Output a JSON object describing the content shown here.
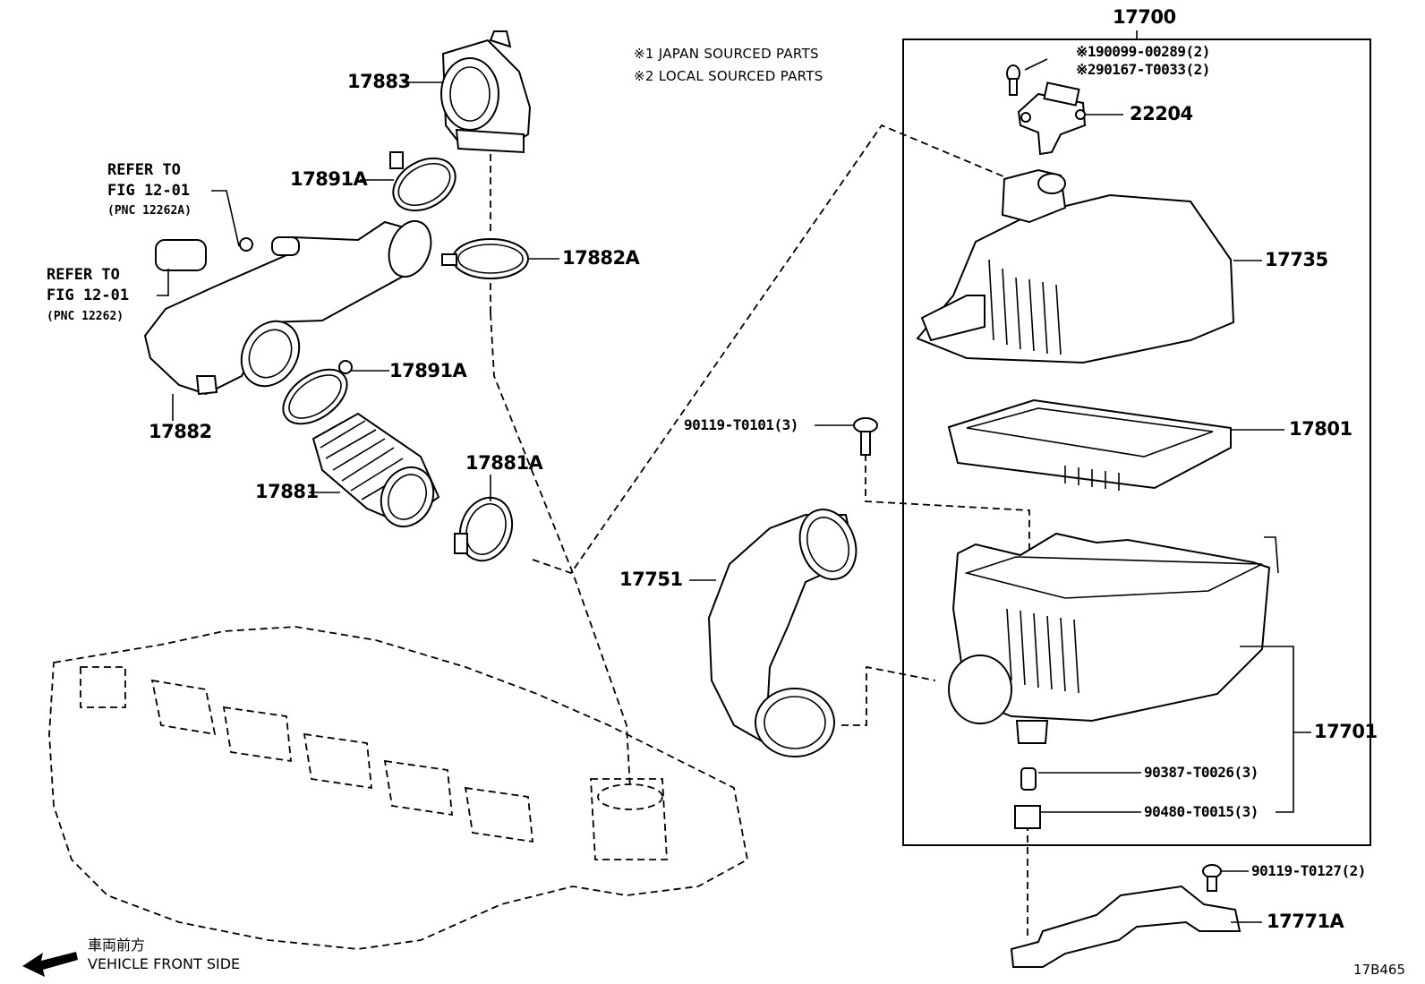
{
  "notes": {
    "line1": "※1 JAPAN SOURCED PARTS",
    "line2": "※2 LOCAL SOURCED PARTS"
  },
  "refs": [
    {
      "title": "REFER TO",
      "fig": "FIG 12-01",
      "pnc": "(PNC 12262A)"
    },
    {
      "title": "REFER TO",
      "fig": "FIG 12-01",
      "pnc": "(PNC 12262)"
    }
  ],
  "parts": {
    "p17700": "17700",
    "p17883": "17883",
    "p17891a_top": "17891A",
    "p17882a": "17882A",
    "p17891a_mid": "17891A",
    "p17882": "17882",
    "p17881": "17881",
    "p17881a": "17881A",
    "p22204": "22204",
    "p17735": "17735",
    "p17801": "17801",
    "p17751": "17751",
    "p17701": "17701",
    "p17771a": "17771A"
  },
  "small_parts": {
    "bolt1": "※190099-00289(2)",
    "bolt2": "※290167-T0033(2)",
    "bolt_t0101": "90119-T0101(3)",
    "collar": "90387-T0026(3)",
    "grommet": "90480-T0015(3)",
    "bolt_t0127": "90119-T0127(2)"
  },
  "direction": {
    "jp": "車両前方",
    "en": "VEHICLE FRONT SIDE"
  },
  "figure_id": "17B465"
}
